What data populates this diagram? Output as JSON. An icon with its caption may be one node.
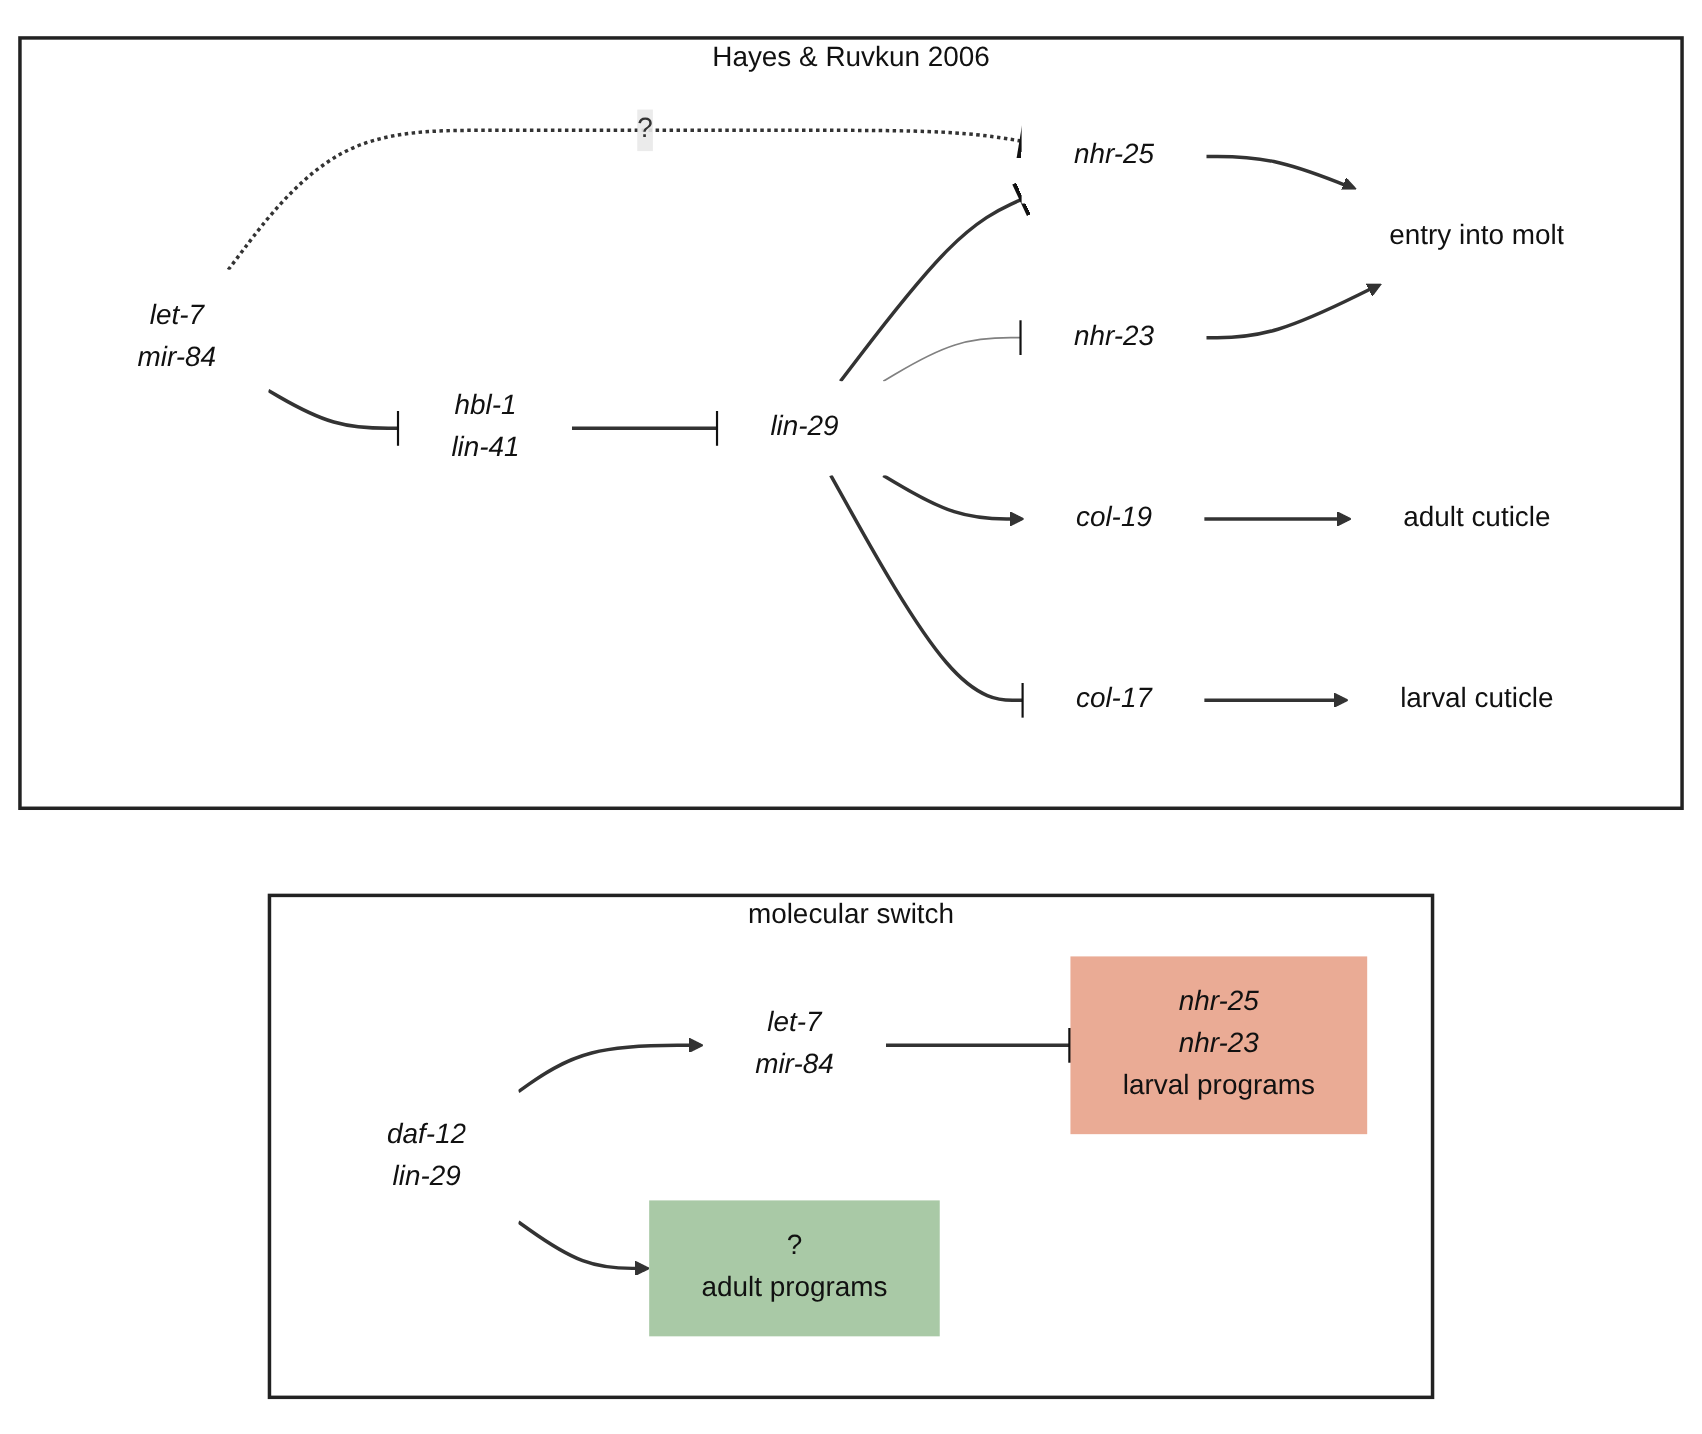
{
  "diagram": {
    "nodes": [
      {
        "text": [
          "Hayes & Ruvkun 2006"
        ]
      },
      {
        "text": [
          "let-7",
          "mir-84"
        ],
        "in": 0
      },
      {
        "text": [
          "hbl-1",
          "lin-41"
        ],
        "in": 0
      },
      {
        "text": [
          "lin-29"
        ],
        "in": 0
      },
      {
        "text": [
          "nhr-25"
        ],
        "in": 0
      },
      {
        "text": [
          "nhr-23"
        ],
        "in": 0
      },
      {
        "text": [
          "col-19"
        ],
        "in": 0
      },
      {
        "text": [
          "col-17"
        ],
        "in": 0
      },
      {
        "text": [
          "entry into molt"
        ],
        "in": 0
      },
      {
        "text": [
          "adult cuticle"
        ],
        "in": 0
      },
      {
        "text": [
          "larval cuticle"
        ],
        "in": 0
      },
      {
        "text": [
          "molecular switch"
        ]
      },
      {
        "text": [
          "daf-12",
          "lin-29"
        ],
        "in": 11
      },
      {
        "text": [
          "let-7",
          "mir-84"
        ],
        "in": 11
      },
      {
        "text": [
          "nhr-25",
          "nhr-23",
          "larval programs"
        ],
        "in": 11
      },
      {
        "text": [
          "?",
          "adult programs"
        ],
        "in": 11
      }
    ],
    "edges": [
      {
        "from": 1,
        "to": 2,
        "arrow": "other"
      },
      {
        "from": 2,
        "to": 3,
        "arrow": "other"
      },
      {
        "from": 1,
        "to": 4,
        "arrow": "other",
        "style": "dashed",
        "label": "?"
      },
      {
        "from": 3,
        "to": 4,
        "arrow": "other"
      },
      {
        "from": 3,
        "to": 5,
        "arrow": "other",
        "color": "#808080"
      },
      {
        "from": 3,
        "to": 6,
        "arrow": "to"
      },
      {
        "from": 3,
        "to": 7,
        "arrow": "other"
      },
      {
        "from": 4,
        "to": 8,
        "arrow": "to"
      },
      {
        "from": 5,
        "to": 8,
        "arrow": "to"
      },
      {
        "from": 6,
        "to": 9,
        "arrow": "to"
      },
      {
        "from": 7,
        "to": 10,
        "arrow": "to"
      },
      {
        "from": 12,
        "to": 13,
        "arrow": "to"
      },
      {
        "from": 13,
        "to": 14,
        "arrow": "other"
      },
      {
        "from": 12,
        "to": 15,
        "arrow": "to"
      }
    ]
  }
}
